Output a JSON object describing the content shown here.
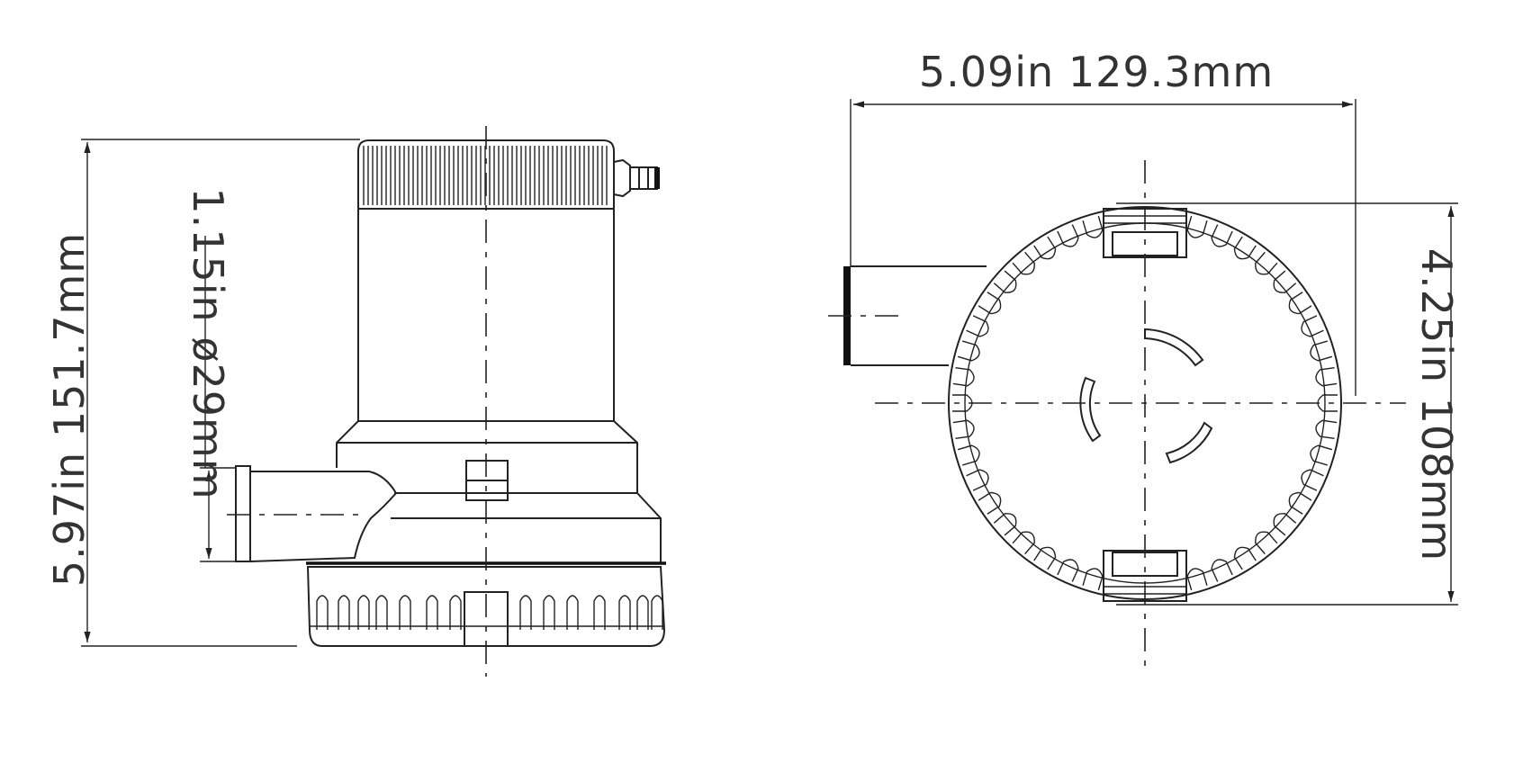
{
  "diagram": {
    "side_view": {
      "height_label": "5.97in 151.7mm",
      "outlet_label": "1.15in ø29mm"
    },
    "top_view": {
      "width_label": "5.09in 129.3mm",
      "depth_label": "4.25in 108mm"
    },
    "line_color": "#222222"
  }
}
